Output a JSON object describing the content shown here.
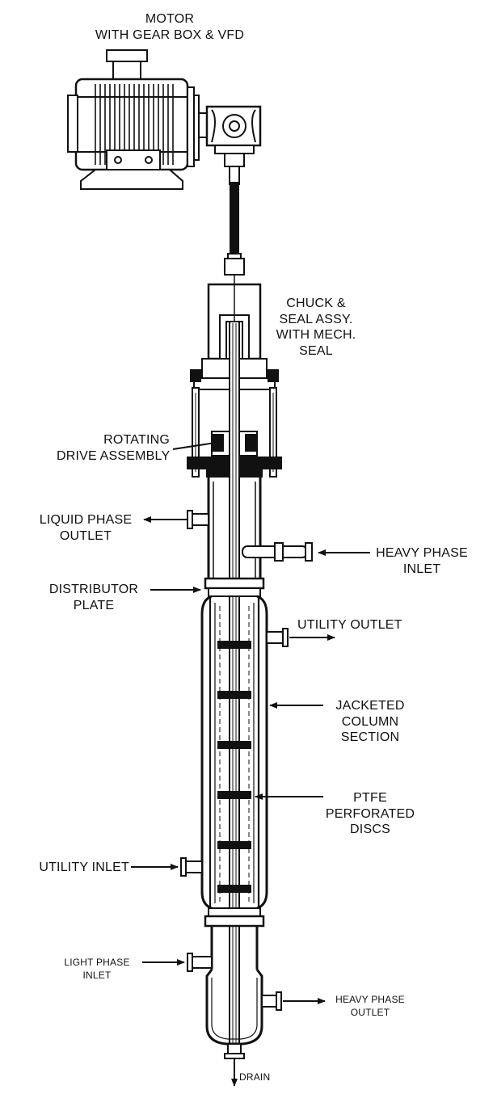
{
  "labels": {
    "motor": [
      "MOTOR",
      "WITH GEAR BOX & VFD"
    ],
    "chuck_seal": [
      "CHUCK &",
      "SEAL ASSY.",
      "WITH MECH.",
      "SEAL"
    ],
    "rotating_drive": [
      "ROTATING",
      "DRIVE ASSEMBLY"
    ],
    "liquid_phase_outlet": [
      "LIQUID PHASE",
      "OUTLET"
    ],
    "heavy_phase_inlet": [
      "HEAVY PHASE",
      "INLET"
    ],
    "distributor_plate": [
      "DISTRIBUTOR",
      "PLATE"
    ],
    "utility_outlet": [
      "UTILITY OUTLET"
    ],
    "jacketed_column": [
      "JACKETED",
      "COLUMN",
      "SECTION"
    ],
    "ptfe_discs": [
      "PTFE",
      "PERFORATED",
      "DISCS"
    ],
    "utility_inlet": [
      "UTILITY INLET"
    ],
    "light_phase_inlet": [
      "LIGHT PHASE",
      "INLET"
    ],
    "heavy_phase_outlet": [
      "HEAVY PHASE",
      "OUTLET"
    ],
    "drain": [
      "DRAIN"
    ]
  },
  "colors": {
    "line": "#111111",
    "background": "#ffffff"
  }
}
